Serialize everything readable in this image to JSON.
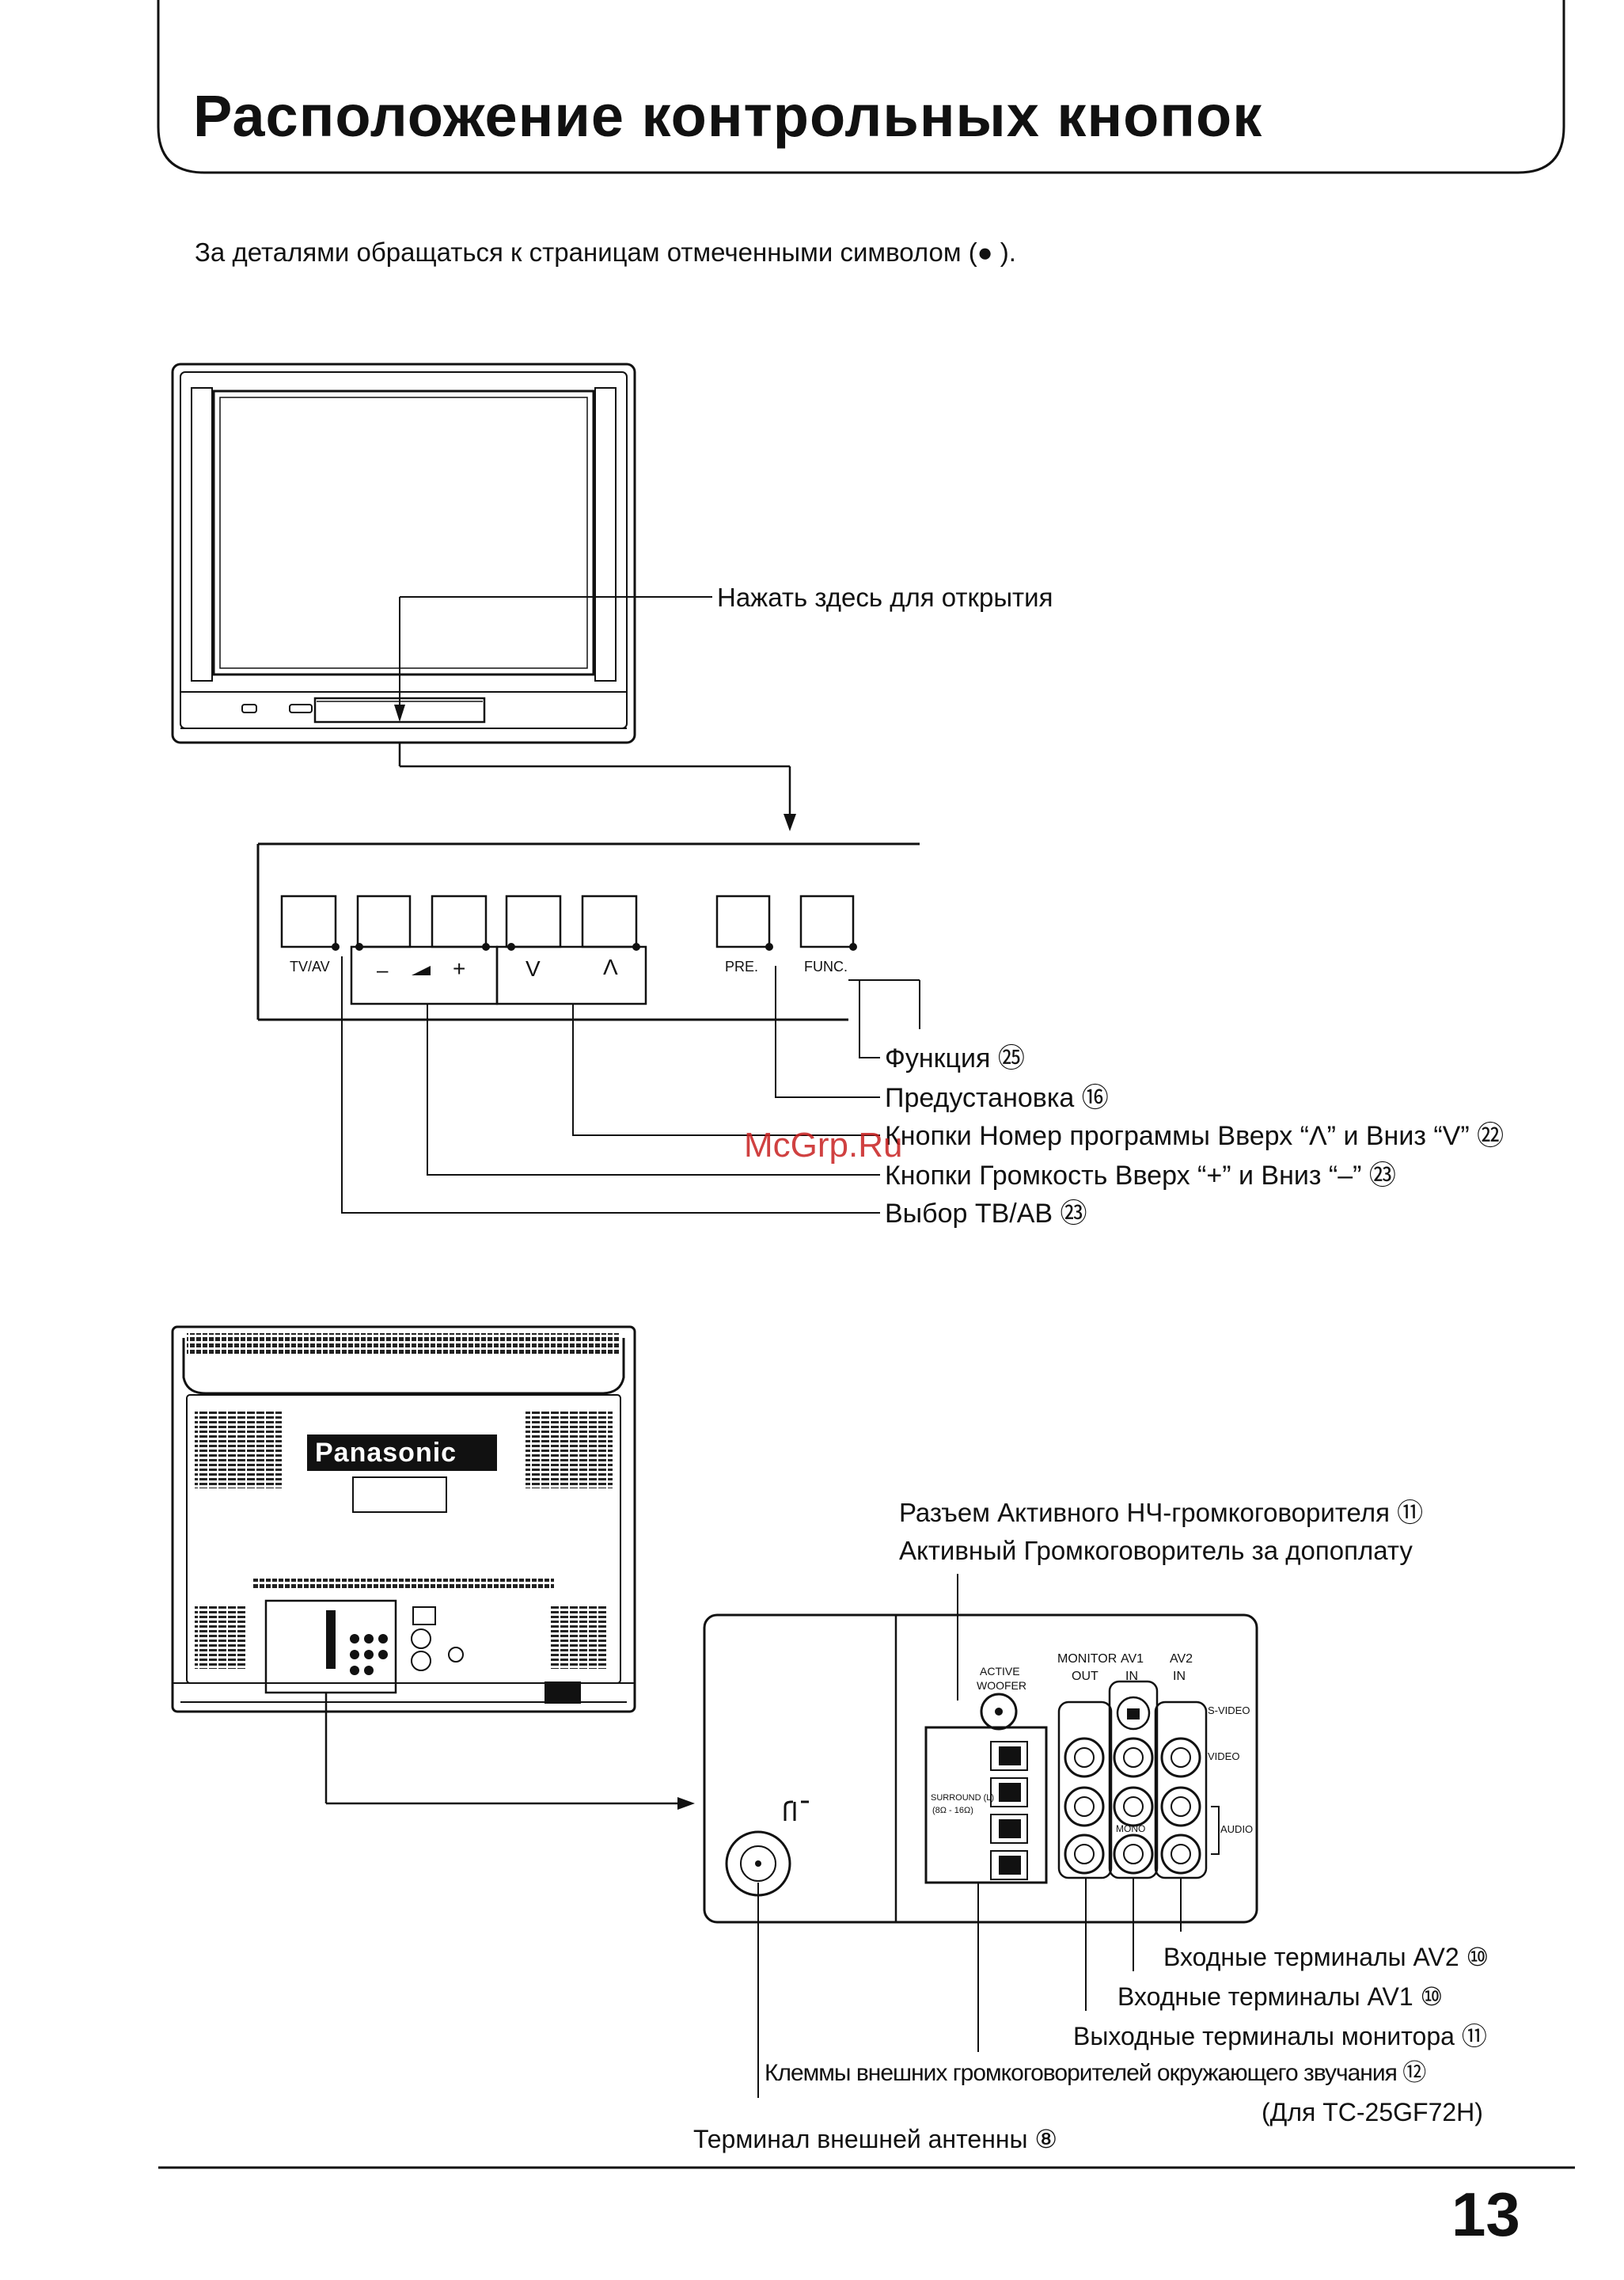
{
  "header": {
    "title": "Расположение контрольных кнопок",
    "intro": "За деталями обращаться к страницам отмеченными символом (● )."
  },
  "front_panel": {
    "open_label": "Нажать здесь для открытия",
    "buttons": {
      "tvav": "TV/AV",
      "vol_minus": "–",
      "vol_plus": "+",
      "prog_down": "V",
      "prog_up": "Λ",
      "pre": "PRE.",
      "func": "FUNC."
    },
    "callouts": [
      "Функция ㉕",
      "Предустановка ⑯",
      "Кнопки Номер программы Вверх “Λ” и Вниз “V” ㉒",
      "Кнопки Громкость Вверх “+” и Вниз “–” ㉓",
      "Выбор ТВ/АВ ㉓"
    ]
  },
  "rear_panel": {
    "brand": "Panasonic",
    "woofer_callout_1": "Разъем Активного НЧ-громкоговорителя ⑪",
    "woofer_callout_2": "Активный Громкоговоритель за допоплату",
    "jacks": {
      "active_woofer_1": "ACTIVE",
      "active_woofer_2": "WOOFER",
      "monitor_out_1": "MONITOR",
      "monitor_out_2": "OUT",
      "av1_1": "AV1",
      "av1_2": "IN",
      "av2_1": "AV2",
      "av2_2": "IN",
      "svideo": "S-VIDEO",
      "video": "VIDEO",
      "audio": "AUDIO",
      "mono": "MONO",
      "surround": "SURROUND (L)",
      "surround_ohm": "(8Ω - 16Ω)"
    },
    "callouts": [
      "Входные терминалы AV2 ⑩",
      "Входные терминалы AV1 ⑩",
      "Выходные терминалы монитора ⑪",
      "Клеммы внешних громкоговорителей окружающего звучания ⑫",
      "(Для TC-25GF72H)",
      "Терминал внешней антенны ⑧"
    ]
  },
  "watermark": "McGrp.Ru",
  "page_number": "13"
}
